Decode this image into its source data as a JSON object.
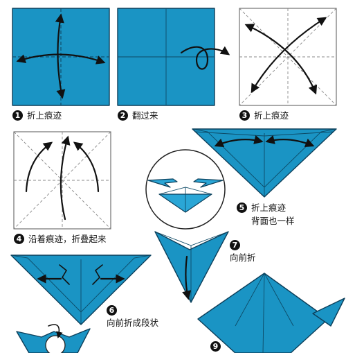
{
  "steps": [
    {
      "num": "1",
      "caption": "折上痕迹"
    },
    {
      "num": "2",
      "caption": "翻过来"
    },
    {
      "num": "3",
      "caption": "折上痕迹"
    },
    {
      "num": "4",
      "caption": "沿着痕迹，折叠起来"
    },
    {
      "num": "5",
      "caption": "折上痕迹",
      "caption2": "背面也一样"
    },
    {
      "num": "6",
      "caption": "向前折成段状"
    },
    {
      "num": "7",
      "caption": "向前折"
    },
    {
      "num": "9",
      "caption": ""
    }
  ],
  "colors": {
    "paper": "#1a94c4",
    "outline": "#0d3f5a",
    "arrow": "#111111"
  }
}
